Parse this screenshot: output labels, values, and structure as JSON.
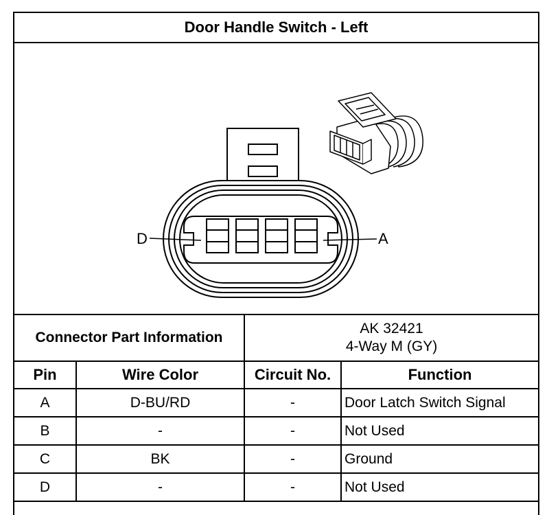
{
  "title": "Door Handle Switch - Left",
  "connector": {
    "pin_left_label": "D",
    "pin_right_label": "A"
  },
  "part_info": {
    "label": "Connector Part Information",
    "part_number": "AK 32421",
    "description": "4-Way M (GY)"
  },
  "table": {
    "headers": {
      "pin": "Pin",
      "wire_color": "Wire Color",
      "circuit": "Circuit No.",
      "function": "Function"
    },
    "rows": [
      {
        "pin": "A",
        "wire_color": "D-BU/RD",
        "circuit": "-",
        "function": "Door Latch Switch Signal"
      },
      {
        "pin": "B",
        "wire_color": "-",
        "circuit": "-",
        "function": "Not Used"
      },
      {
        "pin": "C",
        "wire_color": "BK",
        "circuit": "-",
        "function": "Ground"
      },
      {
        "pin": "D",
        "wire_color": "-",
        "circuit": "-",
        "function": "Not Used"
      }
    ]
  }
}
